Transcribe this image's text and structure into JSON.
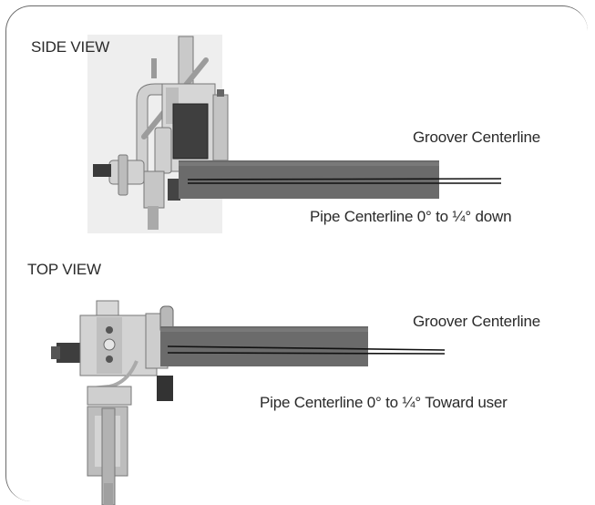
{
  "side_view": {
    "title": "SIDE VIEW",
    "groover_label": "Groover Centerline",
    "pipe_label": "Pipe Centerline 0° to ¼° down"
  },
  "top_view": {
    "title": "TOP VIEW",
    "groover_label": "Groover Centerline",
    "pipe_label": "Pipe Centerline 0° to ¼° Toward user"
  },
  "colors": {
    "frame": "#6a6a6a",
    "pipe": "#6b6b6b",
    "machine_light": "#d8d8d8",
    "machine_dark": "#3a3a3a",
    "centerline": "#111111",
    "photo_bg": "#eeeeee"
  }
}
